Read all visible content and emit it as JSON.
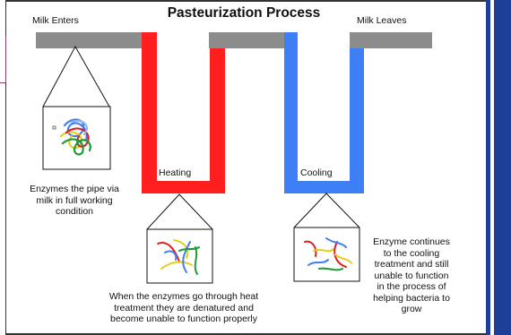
{
  "diagram": {
    "title": "Pasteurization Process",
    "labels": {
      "milk_enters": "Milk Enters",
      "milk_leaves": "Milk Leaves",
      "heating": "Heating",
      "cooling": "Cooling"
    },
    "captions": {
      "enzymes_start": [
        "Enzymes the pipe via",
        "milk in full working",
        "condition"
      ],
      "heat_treatment": [
        "When the enzymes go through heat",
        "treatment they are denatured and",
        "become unable to function properly"
      ],
      "cooling_treatment": [
        "Enzyme continues",
        "to the cooling",
        "treatment and still",
        "unable to function",
        "in the process of",
        "helping bacteria to",
        "grow"
      ]
    },
    "colors": {
      "pipe_gray": "#8c8c8c",
      "heating_red": "#ff1f1f",
      "cooling_blue": "#3f7ff5",
      "frame_blue": "#1d3f95"
    }
  }
}
